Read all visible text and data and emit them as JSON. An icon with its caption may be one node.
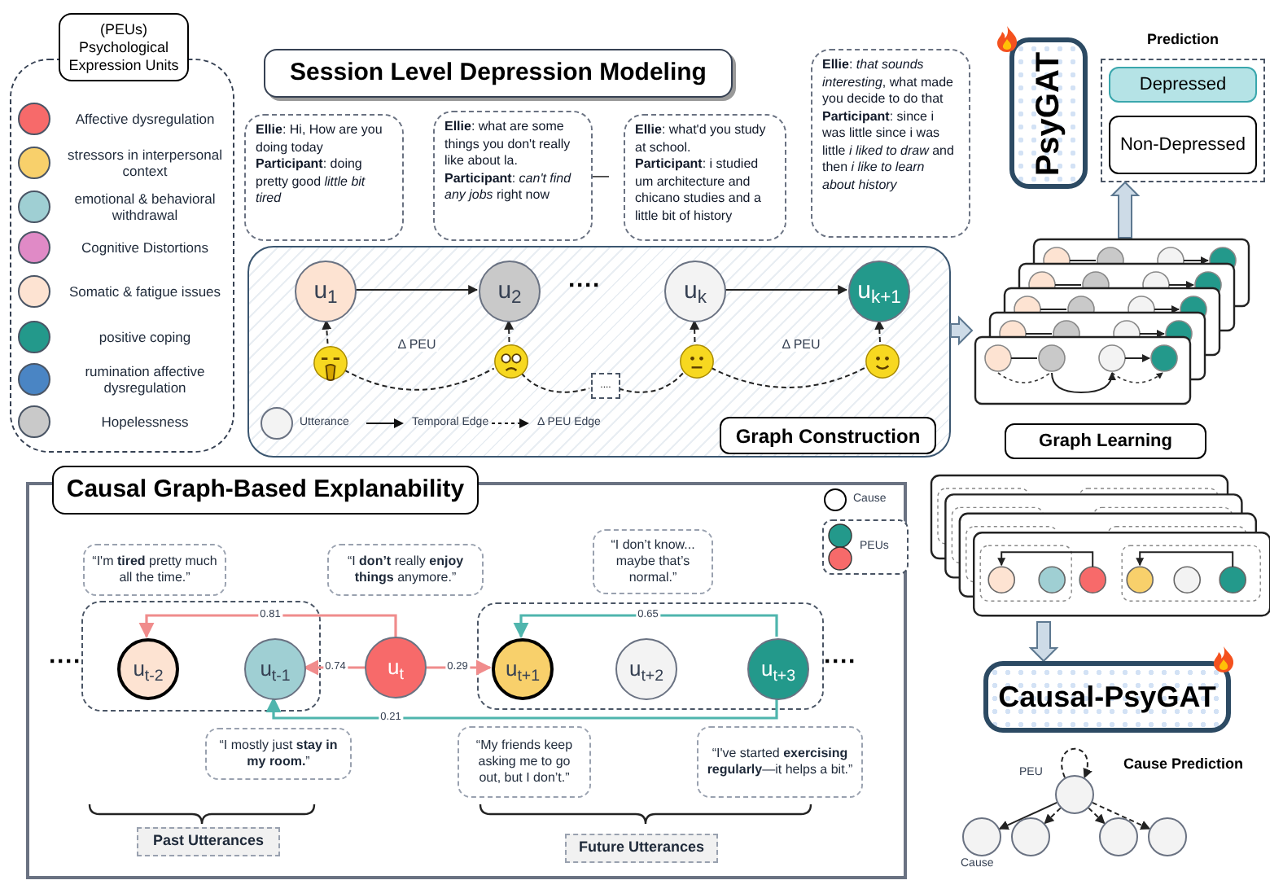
{
  "diagram": {
    "nodes": [
      {
        "text": [
          "Session Level Depression Modeling"
        ]
      },
      {
        "text": [
          "**Ellie**: Hi, How are you doing today",
          "**Participant**: doing pretty good *little bit tired*"
        ]
      },
      {
        "text": [
          "**Ellie**: what are some things you don't really like about la.",
          "**Participant**: *can't find any jobs* right now"
        ]
      },
      {
        "text": [
          "**Ellie**: what'd you study at school.",
          "**Participant**: i studied um architecture and chicano studies and a little bit of history"
        ]
      },
      {
        "text": [
          "**Ellie**: *that sounds interesting*, what made you decide to do that",
          "**Participant**: since i was little since i was little *i liked to draw* and then *i like to learn about history*"
        ]
      },
      {
        "text": [],
        "shape": "box"
      },
      {
        "text": [
          "u$_{1}$"
        ],
        "in": 5
      },
      {
        "text": [
          "u$_{2}$"
        ],
        "in": 5
      },
      {
        "text": [
          "u$_{k}$"
        ],
        "in": 5
      },
      {
        "text": [
          "u$_{k+1}$"
        ],
        "in": 5
      },
      {
        "text": [],
        "shape": "face",
        "in": 5
      },
      {
        "text": [],
        "shape": "face",
        "in": 5
      },
      {
        "text": [],
        "shape": "face",
        "in": 5
      },
      {
        "text": [],
        "shape": "face",
        "in": 5
      },
      {
        "text": [
          "...."
        ],
        "in": 5
      },
      {
        "text": [
          "PsyGAT"
        ]
      },
      {
        "text": [
          "Prediction"
        ]
      },
      {
        "text": [
          "Depressed"
        ],
        "in": 16
      },
      {
        "text": [
          "Non-Depressed"
        ],
        "in": 16
      },
      {
        "text": [],
        "shape": "box"
      },
      {
        "text": [
          "Graph Learning"
        ]
      },
      {
        "text": [
          "Causal Graph-Based Explanability"
        ]
      },
      {
        "text": [
          "“I'm **tired** pretty much all the time.”"
        ],
        "in": 21
      },
      {
        "text": [
          "“I **don’t** really **enjoy things** anymore.”"
        ],
        "in": 21
      },
      {
        "text": [
          "“I don’t know... maybe that’s normal.”"
        ],
        "in": 21
      },
      {
        "text": [],
        "shape": "box",
        "in": 21
      },
      {
        "text": [
          "u$_{t-2}$"
        ],
        "in": 25
      },
      {
        "text": [
          "u$_{t-1}$"
        ],
        "in": 25
      },
      {
        "text": [
          "u$_{t}$"
        ],
        "in": 21
      },
      {
        "text": [],
        "shape": "box",
        "in": 21
      },
      {
        "text": [
          "u$_{t+1}$"
        ],
        "in": 29
      },
      {
        "text": [
          "u$_{t+2}$"
        ],
        "in": 29
      },
      {
        "text": [
          "u$_{t+3}$"
        ],
        "in": 29
      },
      {
        "text": [
          "“I mostly just **stay in my room.**”"
        ],
        "in": 21
      },
      {
        "text": [
          "“My friends keep asking me to go out, but I don’t.”"
        ],
        "in": 21
      },
      {
        "text": [
          "“I've started **exercising regularly**—it helps a bit.”"
        ],
        "in": 21
      },
      {
        "text": [
          "Past Utterances"
        ],
        "in": 21
      },
      {
        "text": [
          "Future Utterances"
        ],
        "in": 21
      },
      {
        "text": [],
        "shape": "box"
      },
      {
        "text": [
          "Causal-PsyGAT"
        ]
      },
      {
        "text": [],
        "shape": "circle",
        "beside": [
          "PEU"
        ]
      },
      {
        "text": [],
        "shape": "circle",
        "beside": [
          "Cause"
        ]
      },
      {
        "text": [],
        "shape": "circle"
      },
      {
        "text": [],
        "shape": "circle"
      },
      {
        "text": [],
        "shape": "circle"
      },
      {
        "text": [
          "Graph Construction"
        ],
        "in": 5
      }
    ],
    "edges": [
      {
        "from": 6,
        "to": 7,
        "arrow": "to"
      },
      {
        "from": 8,
        "to": 9,
        "arrow": "to"
      },
      {
        "from": 10,
        "to": 6,
        "arrow": "to",
        "style": "dashed"
      },
      {
        "from": 11,
        "to": 7,
        "arrow": "to",
        "style": "dashed"
      },
      {
        "from": 12,
        "to": 8,
        "arrow": "to",
        "style": "dashed"
      },
      {
        "from": 13,
        "to": 9,
        "arrow": "to",
        "style": "dashed"
      },
      {
        "from": 10,
        "to": 11,
        "arrow": "none",
        "style": "dashed",
        "label": "Δ PEU"
      },
      {
        "from": 11,
        "to": 14,
        "arrow": "none",
        "style": "dashed"
      },
      {
        "from": 14,
        "to": 12,
        "arrow": "none",
        "style": "dashed"
      },
      {
        "from": 12,
        "to": 13,
        "arrow": "none",
        "style": "dashed",
        "label": "Δ PEU"
      },
      {
        "from": 5,
        "to": 19,
        "arrow": "to",
        "style": "thick"
      },
      {
        "from": 19,
        "to": 16,
        "arrow": "to",
        "style": "thick"
      },
      {
        "from": 28,
        "to": 26,
        "arrow": "to",
        "label": "0.81",
        "color": "#f08c8c"
      },
      {
        "from": 28,
        "to": 27,
        "arrow": "to",
        "label": "0.74",
        "color": "#f08c8c"
      },
      {
        "from": 28,
        "to": 30,
        "arrow": "to",
        "label": "0.29",
        "color": "#f08c8c"
      },
      {
        "from": 32,
        "to": 30,
        "arrow": "to",
        "label": "0.65",
        "color": "#4fb5ad"
      },
      {
        "from": 32,
        "to": 27,
        "arrow": "to",
        "label": "0.21",
        "color": "#4fb5ad"
      },
      {
        "from": 38,
        "to": 39,
        "arrow": "to",
        "style": "thick"
      },
      {
        "from": 40,
        "to": 41,
        "arrow": "to"
      },
      {
        "from": 40,
        "to": 42,
        "arrow": "to",
        "style": "dashed"
      },
      {
        "from": 40,
        "to": 43,
        "arrow": "to",
        "style": "dashed"
      },
      {
        "from": 40,
        "to": 44,
        "arrow": "to",
        "style": "dashed"
      },
      {
        "from": 40,
        "to": 40,
        "arrow": "to",
        "style": "dashed"
      }
    ],
    "labels": [
      "(PEUs) Psychological Expression Units",
      "—",
      "····",
      "····",
      "····",
      "Cause Prediction"
    ],
    "legend": [
      {
        "text": "Affective dysregulation",
        "color": "#f76a6a"
      },
      {
        "text": "stressors in interpersonal context",
        "color": "#f8d06b"
      },
      {
        "text": "emotional & behavioral withdrawal",
        "color": "#9fcfd3"
      },
      {
        "text": "Cognitive Distortions",
        "color": "#e08ac6"
      },
      {
        "text": "Somatic & fatigue issues",
        "color": "#fde3d2"
      },
      {
        "text": "positive coping",
        "color": "#23998b"
      },
      {
        "text": "rumination affective dysregulation",
        "color": "#4a85c4"
      },
      {
        "text": "Hopelessness",
        "color": "#c9c9c9"
      },
      {
        "text": "Utterance"
      },
      {
        "text": "Temporal Edge"
      },
      {
        "text": "Δ PEU Edge"
      },
      {
        "text": "Cause"
      },
      {
        "text": "PEUs"
      }
    ]
  }
}
